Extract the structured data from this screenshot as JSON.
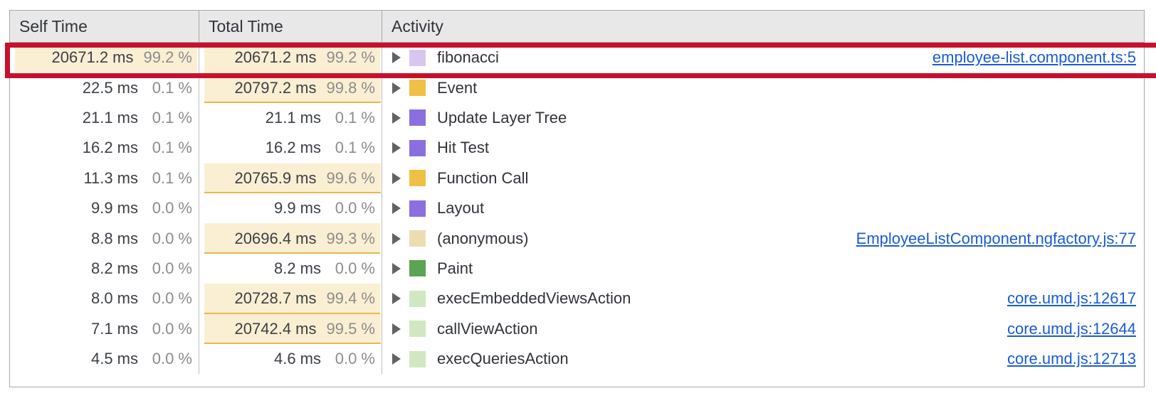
{
  "panel": {
    "name": "devtools-bottom-up-tree"
  },
  "columns": [
    {
      "key": "self_time",
      "label": "Self Time"
    },
    {
      "key": "total_time",
      "label": "Total Time"
    },
    {
      "key": "activity",
      "label": "Activity"
    }
  ],
  "colors": {
    "bar_fill": "#faefd3",
    "bar_border": "#e8b84b",
    "link": "#1a5bd6",
    "highlight_box": "#c8102e",
    "header_bg": "#e8e8e8",
    "grid_border": "#a8a8a8",
    "percent_text": "#8c8c8c",
    "value_text": "#3b3f46"
  },
  "highlight": {
    "row_index": 0,
    "note": "red annotation rectangle around fibonacci row"
  },
  "rows": [
    {
      "self_time": "20671.2 ms",
      "self_pct": "99.2 %",
      "self_bar_pct": 99.2,
      "self_bar_visible": true,
      "self_bar_border": false,
      "total_time": "20671.2 ms",
      "total_pct": "99.2 %",
      "total_bar_pct": 99.2,
      "total_bar_visible": true,
      "total_bar_border": false,
      "activity": "fibonacci",
      "swatch": "#d9c6ef",
      "swatch_name": "swatch-scripting-light",
      "link": "employee-list.component.ts:5",
      "highlighted": true
    },
    {
      "self_time": "22.5 ms",
      "self_pct": "0.1 %",
      "self_bar_pct": 0.1,
      "self_bar_visible": false,
      "self_bar_border": false,
      "total_time": "20797.2 ms",
      "total_pct": "99.8 %",
      "total_bar_pct": 99.8,
      "total_bar_visible": true,
      "total_bar_border": true,
      "activity": "Event",
      "swatch": "#f0c044",
      "swatch_name": "swatch-scripting",
      "link": "",
      "highlighted": false
    },
    {
      "self_time": "21.1 ms",
      "self_pct": "0.1 %",
      "self_bar_pct": 0.1,
      "self_bar_visible": false,
      "self_bar_border": false,
      "total_time": "21.1 ms",
      "total_pct": "0.1 %",
      "total_bar_pct": 0.1,
      "total_bar_visible": false,
      "total_bar_border": false,
      "activity": "Update Layer Tree",
      "swatch": "#8b6fe0",
      "swatch_name": "swatch-rendering",
      "link": "",
      "highlighted": false
    },
    {
      "self_time": "16.2 ms",
      "self_pct": "0.1 %",
      "self_bar_pct": 0.1,
      "self_bar_visible": false,
      "self_bar_border": false,
      "total_time": "16.2 ms",
      "total_pct": "0.1 %",
      "total_bar_pct": 0.1,
      "total_bar_visible": false,
      "total_bar_border": false,
      "activity": "Hit Test",
      "swatch": "#8b6fe0",
      "swatch_name": "swatch-rendering",
      "link": "",
      "highlighted": false
    },
    {
      "self_time": "11.3 ms",
      "self_pct": "0.1 %",
      "self_bar_pct": 0.1,
      "self_bar_visible": false,
      "self_bar_border": false,
      "total_time": "20765.9 ms",
      "total_pct": "99.6 %",
      "total_bar_pct": 99.6,
      "total_bar_visible": true,
      "total_bar_border": true,
      "activity": "Function Call",
      "swatch": "#f0c044",
      "swatch_name": "swatch-scripting",
      "link": "",
      "highlighted": false
    },
    {
      "self_time": "9.9 ms",
      "self_pct": "0.0 %",
      "self_bar_pct": 0.0,
      "self_bar_visible": false,
      "self_bar_border": false,
      "total_time": "9.9 ms",
      "total_pct": "0.0 %",
      "total_bar_pct": 0.0,
      "total_bar_visible": false,
      "total_bar_border": false,
      "activity": "Layout",
      "swatch": "#8b6fe0",
      "swatch_name": "swatch-rendering",
      "link": "",
      "highlighted": false
    },
    {
      "self_time": "8.8 ms",
      "self_pct": "0.0 %",
      "self_bar_pct": 0.0,
      "self_bar_visible": false,
      "self_bar_border": false,
      "total_time": "20696.4 ms",
      "total_pct": "99.3 %",
      "total_bar_pct": 99.3,
      "total_bar_visible": true,
      "total_bar_border": true,
      "activity": "(anonymous)",
      "swatch": "#ebddb0",
      "swatch_name": "swatch-scripting-pale",
      "link": "EmployeeListComponent.ngfactory.js:77",
      "highlighted": false
    },
    {
      "self_time": "8.2 ms",
      "self_pct": "0.0 %",
      "self_bar_pct": 0.0,
      "self_bar_visible": false,
      "self_bar_border": false,
      "total_time": "8.2 ms",
      "total_pct": "0.0 %",
      "total_bar_pct": 0.0,
      "total_bar_visible": false,
      "total_bar_border": false,
      "activity": "Paint",
      "swatch": "#5aa454",
      "swatch_name": "swatch-painting",
      "link": "",
      "highlighted": false
    },
    {
      "self_time": "8.0 ms",
      "self_pct": "0.0 %",
      "self_bar_pct": 0.0,
      "self_bar_visible": false,
      "self_bar_border": false,
      "total_time": "20728.7 ms",
      "total_pct": "99.4 %",
      "total_bar_pct": 99.4,
      "total_bar_visible": true,
      "total_bar_border": true,
      "activity": "execEmbeddedViewsAction",
      "swatch": "#cfe8c2",
      "swatch_name": "swatch-painting-light",
      "link": "core.umd.js:12617",
      "highlighted": false
    },
    {
      "self_time": "7.1 ms",
      "self_pct": "0.0 %",
      "self_bar_pct": 0.0,
      "self_bar_visible": false,
      "self_bar_border": false,
      "total_time": "20742.4 ms",
      "total_pct": "99.5 %",
      "total_bar_pct": 99.5,
      "total_bar_visible": true,
      "total_bar_border": true,
      "activity": "callViewAction",
      "swatch": "#cfe8c2",
      "swatch_name": "swatch-painting-light",
      "link": "core.umd.js:12644",
      "highlighted": false
    },
    {
      "self_time": "4.5 ms",
      "self_pct": "0.0 %",
      "self_bar_pct": 0.0,
      "self_bar_visible": false,
      "self_bar_border": false,
      "total_time": "4.6 ms",
      "total_pct": "0.0 %",
      "total_bar_pct": 0.0,
      "total_bar_visible": false,
      "total_bar_border": false,
      "activity": "execQueriesAction",
      "swatch": "#cfe8c2",
      "swatch_name": "swatch-painting-light",
      "link": "core.umd.js:12713",
      "highlighted": false
    }
  ]
}
